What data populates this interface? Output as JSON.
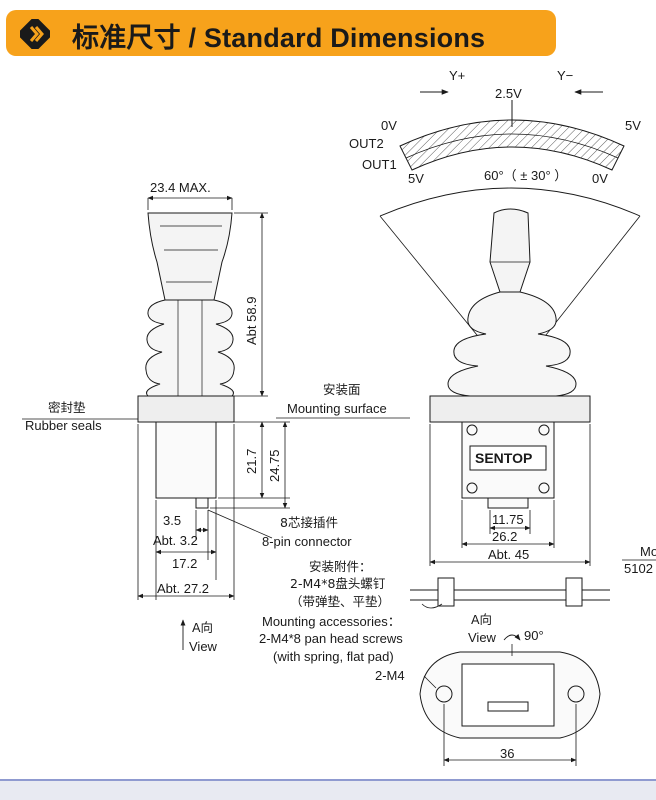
{
  "header": {
    "title": "标准尺寸 / Standard Dimensions",
    "icon": "double-chevron-icon",
    "colors": {
      "banner": "#f7a21b",
      "ink": "#1a1a1a"
    }
  },
  "voltage_arc": {
    "y_plus": "Y+",
    "y_minus": "Y−",
    "center": "2.5V",
    "top_left": "0V",
    "top_right": "5V",
    "out2": "OUT2",
    "out1": "OUT1",
    "bottom_left": "5V",
    "bottom_right": "0V",
    "angle": "60°（ ± 30° ）"
  },
  "side_view": {
    "width_top": "23.4 MAX.",
    "height_total": "Abt 58.9",
    "rubber_seals_cn": "密封垫",
    "rubber_seals": "Rubber seals",
    "mounting_surface_cn": "安装面",
    "mounting_surface": "Mounting surface",
    "dim_21_7": "21.7",
    "dim_24_75": "24.75",
    "dim_3_5": "3.5",
    "dim_3_2": "Abt. 3.2",
    "dim_17_2": "17.2",
    "dim_27_2": "Abt. 27.2",
    "connector_cn": "8芯接插件",
    "connector": "8-pin connector",
    "view_a_cn": "A向",
    "view_a": "View"
  },
  "front_view": {
    "brand": "SENTOP",
    "dim_11_75": "11.75",
    "dim_26_2": "26.2",
    "dim_45": "Abt. 45",
    "accessories_cn": "安装附件：",
    "screws_cn": "2-M4*8盘头螺钉",
    "pads_cn": "（带弹垫、平垫）",
    "accessories": "Mounting accessories：",
    "screws": "2-M4*8 pan head screws",
    "pads": "(with spring, flat pad)"
  },
  "bottom_view": {
    "view_cn": "A向",
    "view": "View",
    "rotation": "90°",
    "holes": "2-M4",
    "dim_36": "36"
  },
  "cut_off_edge": {
    "line1": "Mo",
    "line2": "5102"
  }
}
